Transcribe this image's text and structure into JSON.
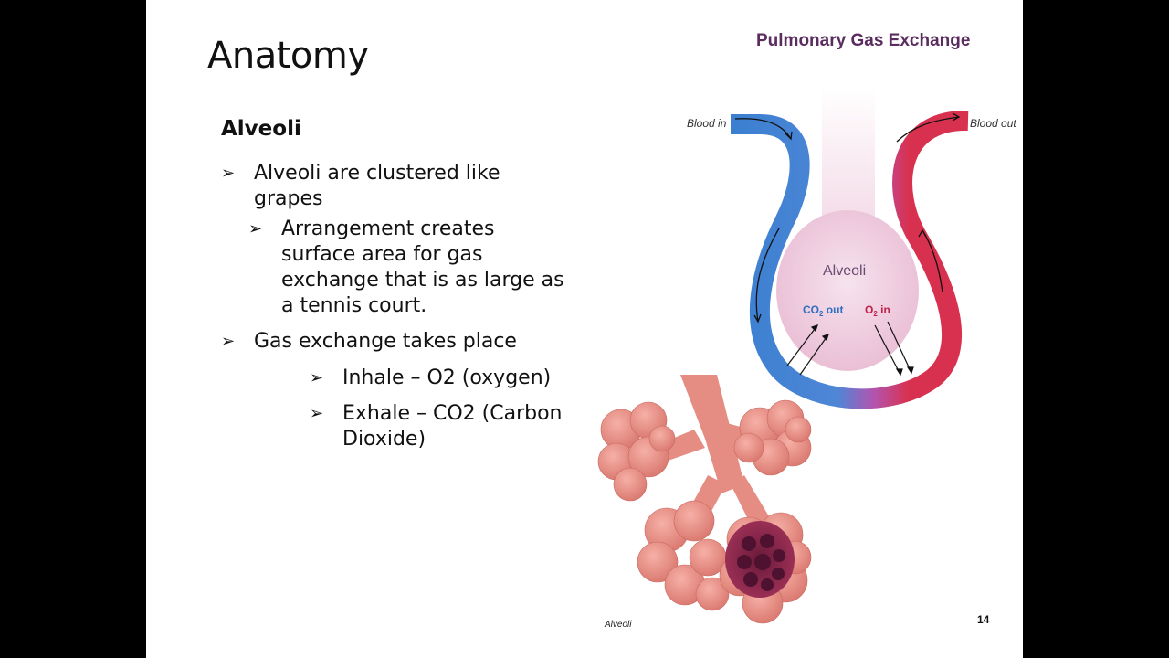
{
  "slide": {
    "title": "Anatomy",
    "subheading": "Alveoli",
    "page_number": "14",
    "bullets": [
      {
        "text_lines": [
          "Alveoli are clustered like",
          "grapes"
        ]
      },
      {
        "text_lines": [
          "Arrangement creates",
          "surface area for gas",
          "exchange that is as large as",
          "a tennis court."
        ]
      },
      {
        "text_lines": [
          "Gas exchange takes place"
        ]
      },
      {
        "text_lines": [
          "Inhale – O2 (oxygen)"
        ]
      },
      {
        "text_lines": [
          "Exhale – CO2 (Carbon",
          "Dioxide)"
        ]
      }
    ]
  },
  "diagram": {
    "title": "Pulmonary Gas Exchange",
    "blood_in": "Blood in",
    "blood_out": "Blood out",
    "alveoli": "Alveoli",
    "co2_out_main": "CO",
    "co2_out_sub": "2",
    "co2_out_suffix": " out",
    "o2_in_main": "O",
    "o2_in_sub": "2",
    "o2_in_suffix": " in",
    "colors": {
      "venous": "#3a7fd0",
      "arterial": "#d8314f",
      "title": "#5b2c5f"
    }
  },
  "image_caption": "Alveoli"
}
